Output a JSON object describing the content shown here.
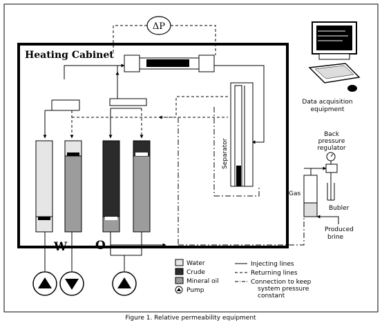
{
  "diagram": {
    "dp_label": "ΔP",
    "cabinet_title": "Heating Cabinet",
    "separator_label": "Separator",
    "computer_label_1": "Data acquisition",
    "computer_label_2": "equipment",
    "bpr_label_1": "Back",
    "bpr_label_2": "pressure",
    "bpr_label_3": "regulator",
    "gas_label": "Gas",
    "bubler_label": "Bubler",
    "produced_label_1": "Produced",
    "produced_label_2": "brine",
    "w_label": "W",
    "o_label": "O"
  },
  "legend": {
    "water": "Water",
    "crude": "Crude",
    "mineral_oil": "Mineral oil",
    "pump": "Pump",
    "injecting": "Injecting lines",
    "returning": "Returning lines",
    "connection_1": "Connection to keep",
    "connection_2": "system pressure",
    "connection_3": "constant"
  },
  "caption": "Figure 1. Relative permeability equipment",
  "colors": {
    "water": "#e6e6e6",
    "crude": "#2b2b2b",
    "mineral_oil": "#9c9c9c",
    "line": "#000000"
  }
}
